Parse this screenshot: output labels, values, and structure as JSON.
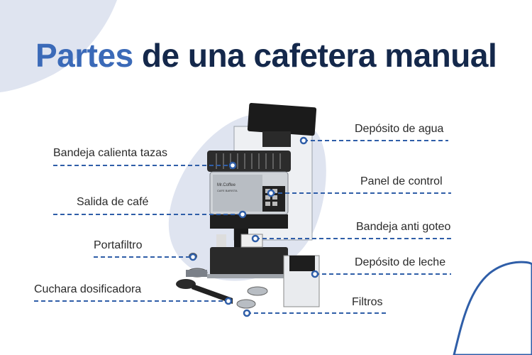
{
  "title": {
    "accent": "Partes",
    "rest": " de una cafetera manual"
  },
  "colors": {
    "title": "#14284b",
    "accent": "#3b6ab8",
    "leader_line": "#2f5ea8",
    "background_blob": "#dfe4f0"
  },
  "labels_left": [
    "Bandeja calienta tazas",
    "Salida de café",
    "Portafiltro",
    "Cuchara dosificadora"
  ],
  "labels_right": [
    "Depósito de agua",
    "Panel de control",
    "Bandeja anti goteo",
    "Depósito de leche",
    "Filtros"
  ],
  "machine": {
    "brand": "Mr.Coffee",
    "model": "CAFE BARISTA"
  }
}
